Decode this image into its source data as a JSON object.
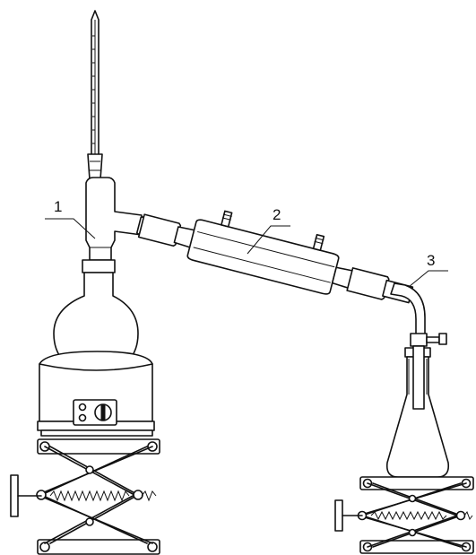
{
  "diagram": {
    "labels": [
      {
        "id": "still-head",
        "text": "1"
      },
      {
        "id": "condenser",
        "text": "2"
      },
      {
        "id": "adapter",
        "text": "3"
      }
    ],
    "stroke_color": "#111111",
    "background_color": "#ffffff"
  }
}
